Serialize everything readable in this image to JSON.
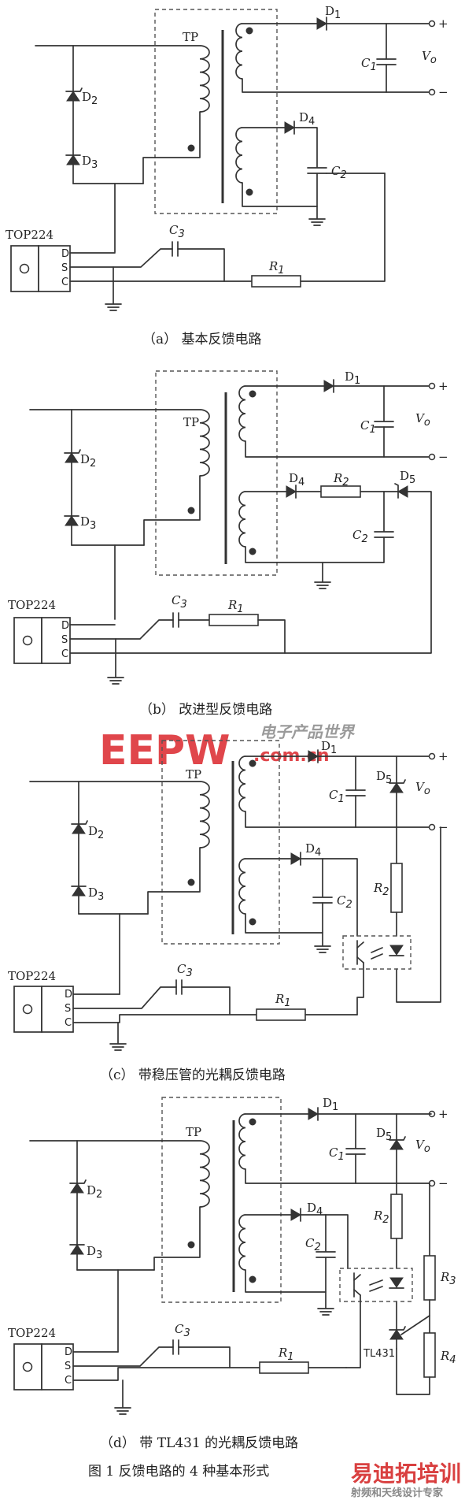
{
  "labels": {
    "tp": "TP",
    "d1": "D",
    "d1_sub": "1",
    "d2": "D",
    "d2_sub": "2",
    "d3": "D",
    "d3_sub": "3",
    "d4": "D",
    "d4_sub": "4",
    "d5": "D",
    "d5_sub": "5",
    "c1": "C",
    "c1_sub": "1",
    "c2": "C",
    "c2_sub": "2",
    "c3": "C",
    "c3_sub": "3",
    "r1": "R",
    "r1_sub": "1",
    "r2": "R",
    "r2_sub": "2",
    "r3": "R",
    "r3_sub": "3",
    "r4": "R",
    "r4_sub": "4",
    "vo": "V",
    "vo_sub": "o",
    "plus": "+",
    "minus": "−",
    "chip": "TOP224",
    "pin_d": "D",
    "pin_s": "S",
    "pin_c": "C",
    "tl431": "TL431"
  },
  "captions": {
    "a": "（a）   基本反馈电路",
    "b": "（b）   改进型反馈电路",
    "c": "（c）   带稳压管的光耦反馈电路",
    "d": "（d）   带 TL431 的光耦反馈电路",
    "figure": "图 1     反馈电路的 4 种基本形式"
  },
  "watermarks": {
    "eepw": "EEPW",
    "eepw_url": ".com.cn",
    "eepw_cn": "电子产品世界",
    "site": "易迪拓培训",
    "site_sub": "射频和天线设计专家"
  },
  "colors": {
    "watermark_red": "#e0464b",
    "watermark_grey": "#9a9a9a",
    "watermark_site": "#d94040"
  }
}
